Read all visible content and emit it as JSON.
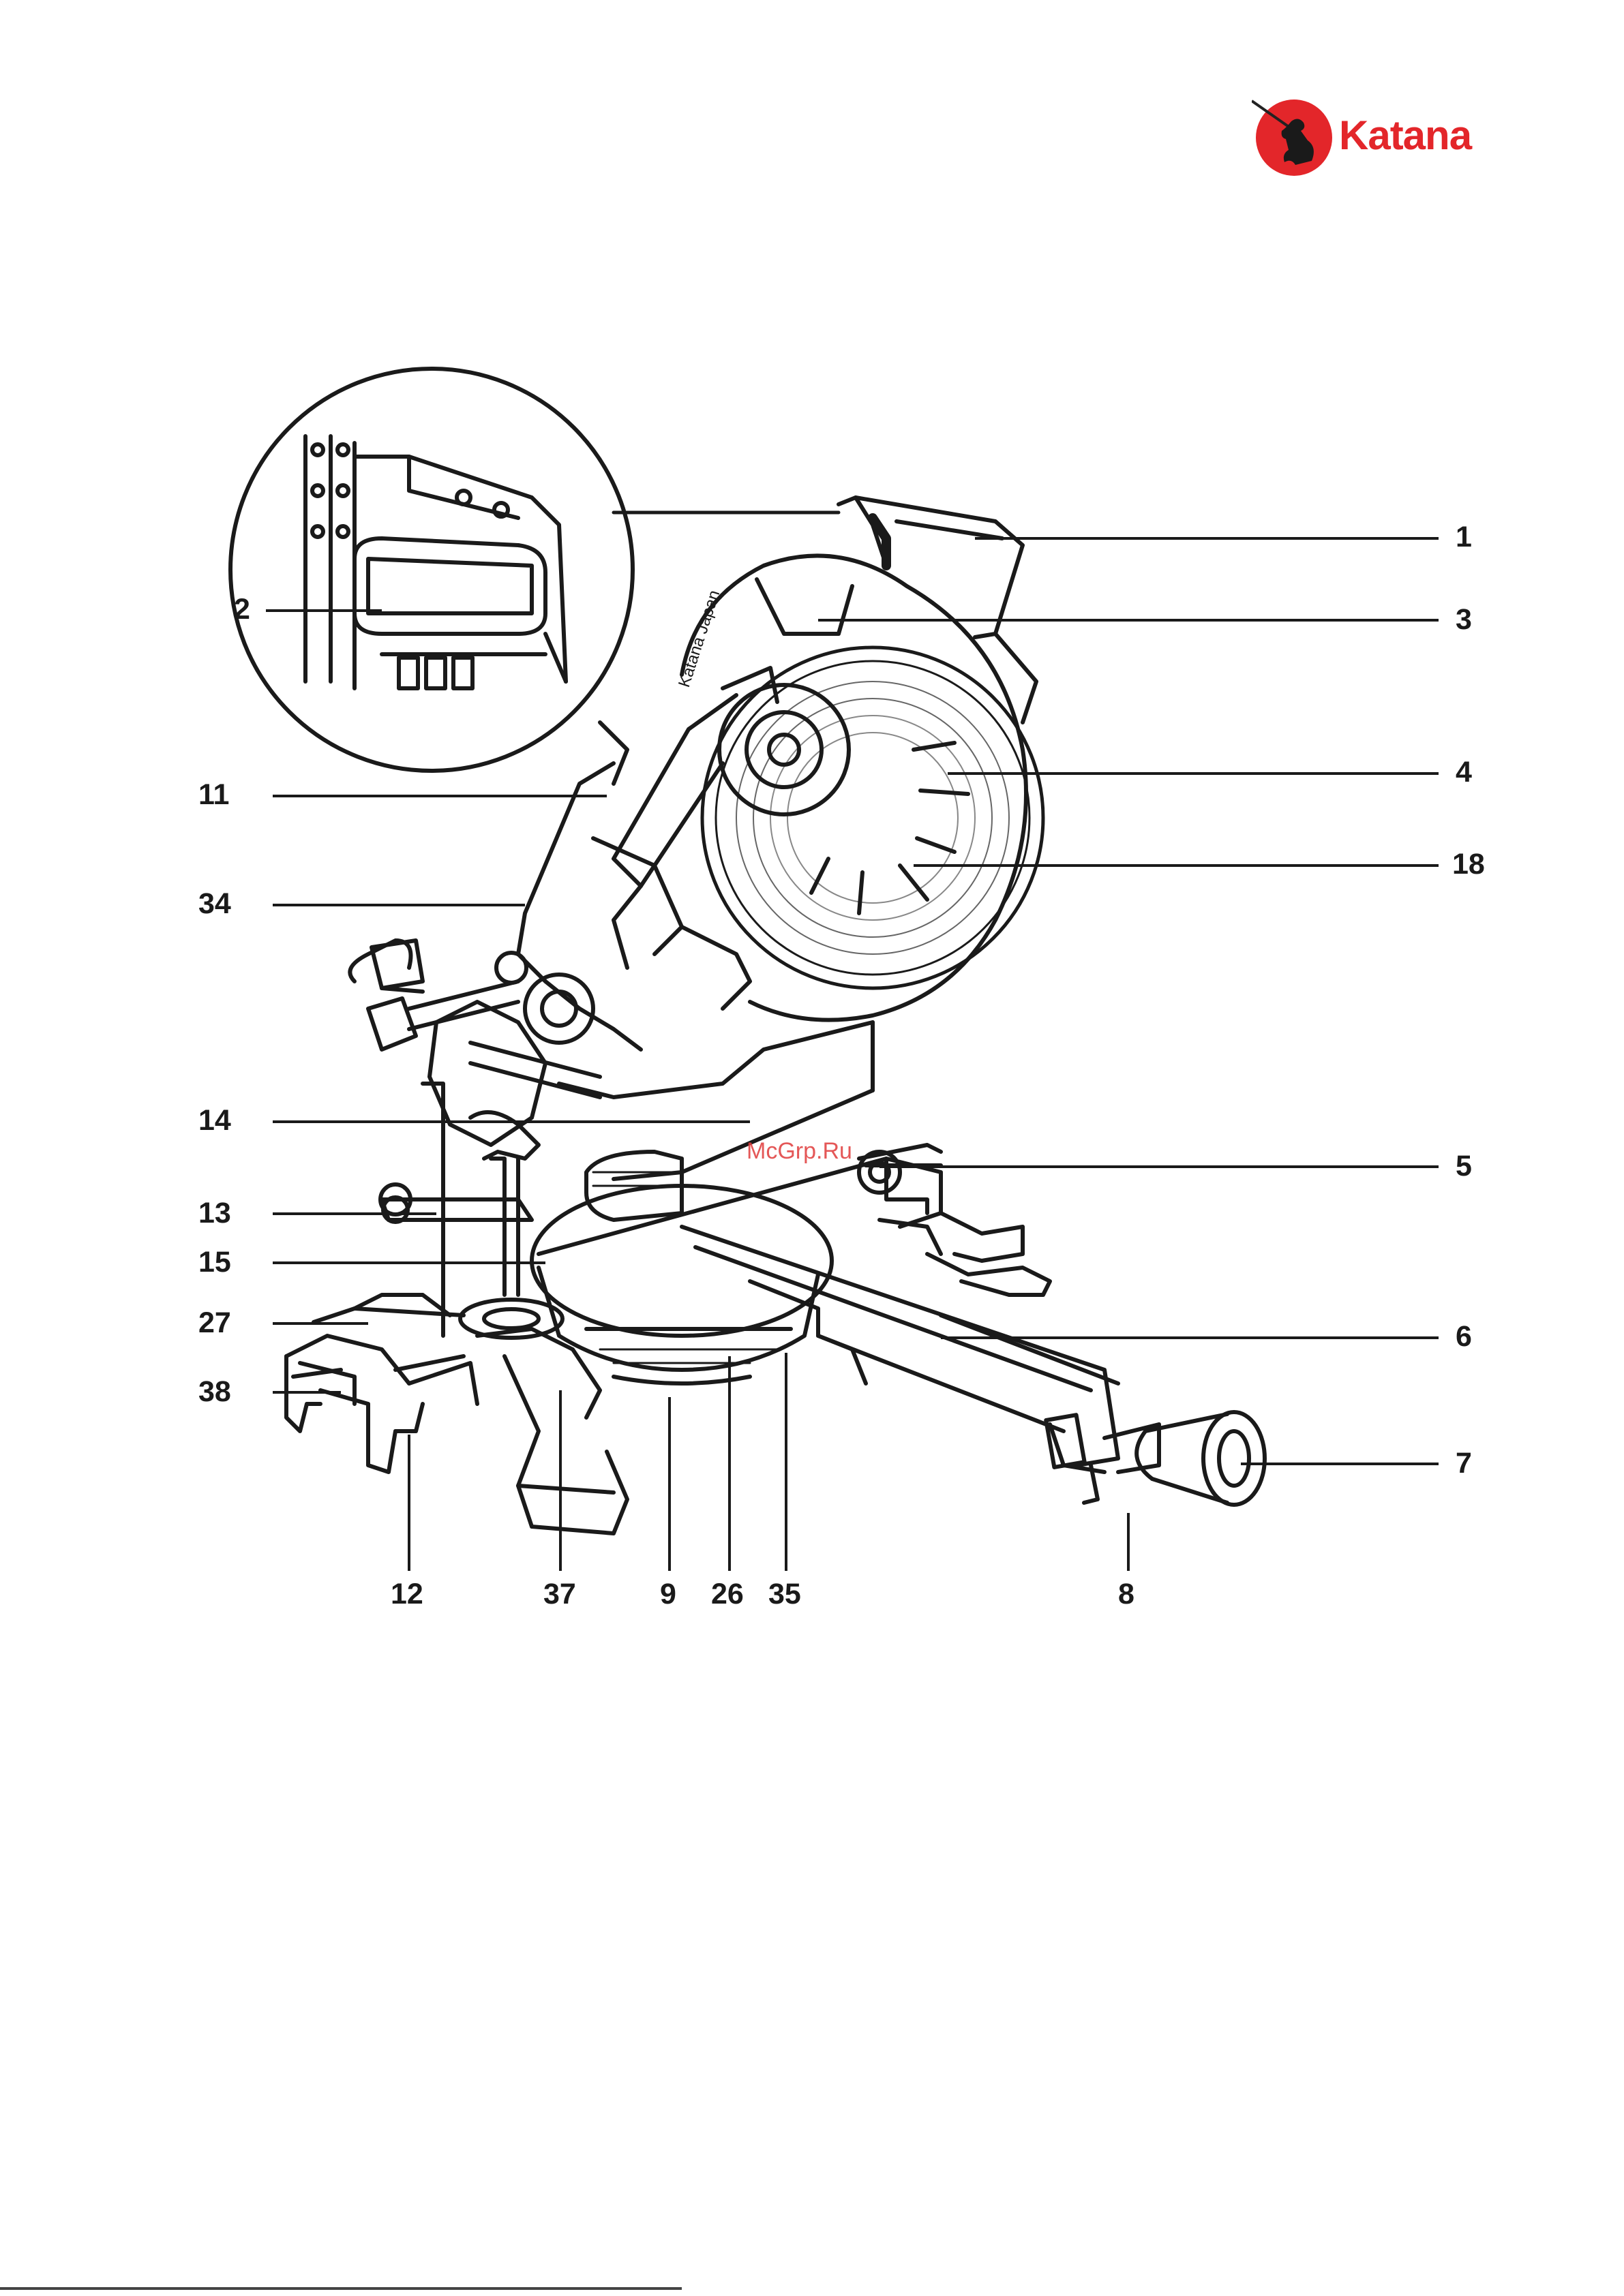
{
  "brand": {
    "name": "Katana",
    "color": "#e3262a"
  },
  "watermark": "McGrp.Ru",
  "blade_text": "Katana Japan",
  "callouts": [
    {
      "id": "c1",
      "label": "1"
    },
    {
      "id": "c2",
      "label": "2"
    },
    {
      "id": "c3",
      "label": "3"
    },
    {
      "id": "c4",
      "label": "4"
    },
    {
      "id": "c5",
      "label": "5"
    },
    {
      "id": "c6",
      "label": "6"
    },
    {
      "id": "c7",
      "label": "7"
    },
    {
      "id": "c8",
      "label": "8"
    },
    {
      "id": "c9",
      "label": "9"
    },
    {
      "id": "c11",
      "label": "11"
    },
    {
      "id": "c12",
      "label": "12"
    },
    {
      "id": "c13",
      "label": "13"
    },
    {
      "id": "c14",
      "label": "14"
    },
    {
      "id": "c15",
      "label": "15"
    },
    {
      "id": "c18",
      "label": "18"
    },
    {
      "id": "c26",
      "label": "26"
    },
    {
      "id": "c27",
      "label": "27"
    },
    {
      "id": "c34",
      "label": "34"
    },
    {
      "id": "c35",
      "label": "35"
    },
    {
      "id": "c37",
      "label": "37"
    },
    {
      "id": "c38",
      "label": "38"
    }
  ]
}
